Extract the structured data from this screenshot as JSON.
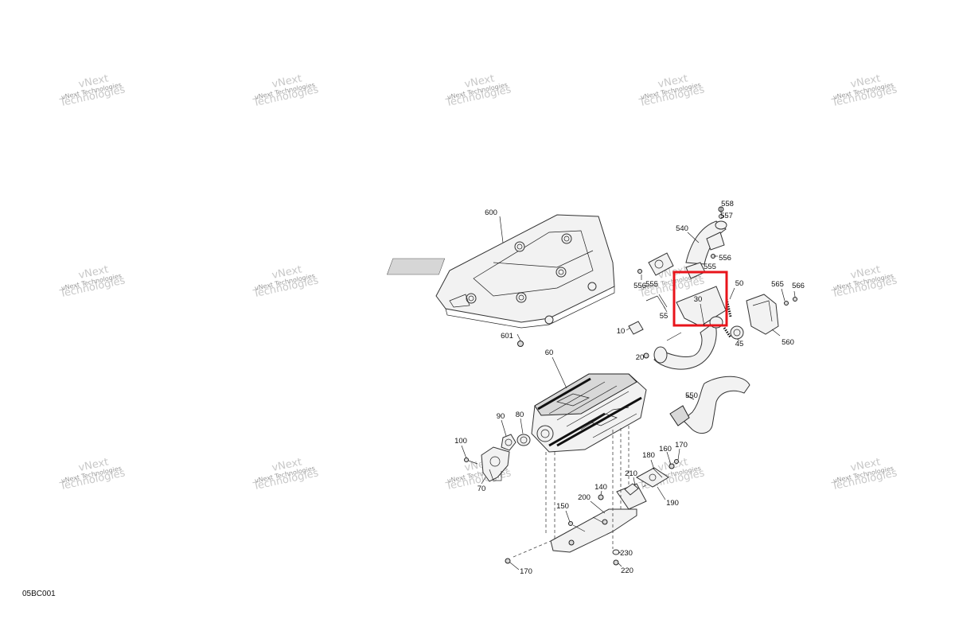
{
  "diagram_code": "05BC001",
  "watermark": {
    "line1": "vNext",
    "line2": "Technologies",
    "small": "vNext Technologies"
  },
  "highlight_color": "#e8141b",
  "part_labels": [
    {
      "id": "600",
      "text": "600"
    },
    {
      "id": "601",
      "text": "601"
    },
    {
      "id": "60",
      "text": "60"
    },
    {
      "id": "558",
      "text": "558"
    },
    {
      "id": "557",
      "text": "557"
    },
    {
      "id": "540",
      "text": "540"
    },
    {
      "id": "556a",
      "text": "556"
    },
    {
      "id": "555a",
      "text": "555"
    },
    {
      "id": "556b",
      "text": "556"
    },
    {
      "id": "555b",
      "text": "555"
    },
    {
      "id": "50",
      "text": "50"
    },
    {
      "id": "565",
      "text": "565"
    },
    {
      "id": "566",
      "text": "566"
    },
    {
      "id": "30",
      "text": "30"
    },
    {
      "id": "55",
      "text": "55"
    },
    {
      "id": "10",
      "text": "10"
    },
    {
      "id": "45",
      "text": "45"
    },
    {
      "id": "560",
      "text": "560"
    },
    {
      "id": "20",
      "text": "20"
    },
    {
      "id": "550",
      "text": "550"
    },
    {
      "id": "90",
      "text": "90"
    },
    {
      "id": "80",
      "text": "80"
    },
    {
      "id": "100",
      "text": "100"
    },
    {
      "id": "70",
      "text": "70"
    },
    {
      "id": "170a",
      "text": "170"
    },
    {
      "id": "160",
      "text": "160"
    },
    {
      "id": "180",
      "text": "180"
    },
    {
      "id": "210",
      "text": "210"
    },
    {
      "id": "140",
      "text": "140"
    },
    {
      "id": "190",
      "text": "190"
    },
    {
      "id": "200",
      "text": "200"
    },
    {
      "id": "150",
      "text": "150"
    },
    {
      "id": "230",
      "text": "230"
    },
    {
      "id": "220",
      "text": "220"
    },
    {
      "id": "170b",
      "text": "170"
    }
  ]
}
